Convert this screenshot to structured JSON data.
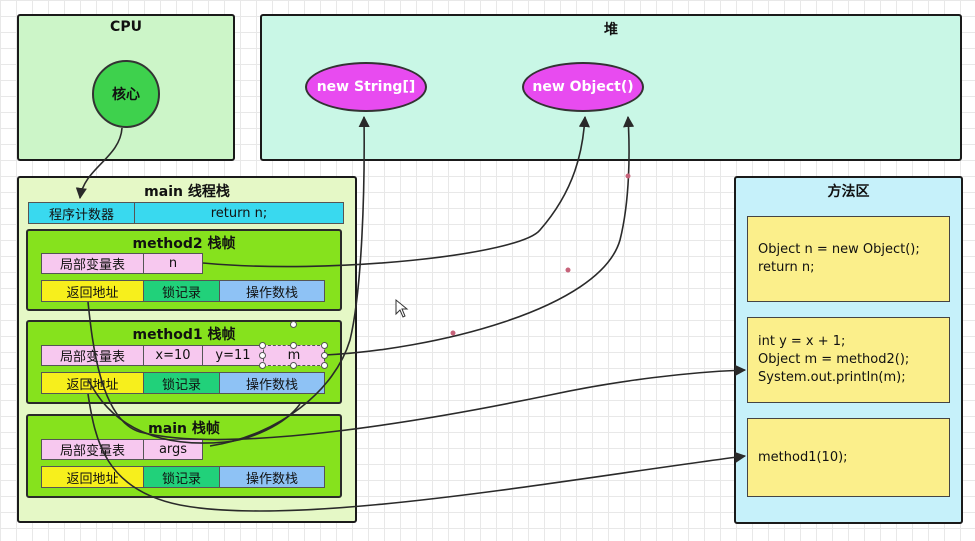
{
  "cpu": {
    "title": "CPU",
    "core_label": "核心"
  },
  "heap": {
    "title": "堆",
    "objects": [
      "new String[]",
      "new Object()"
    ]
  },
  "method_area": {
    "title": "方法区",
    "blocks": [
      {
        "lines": [
          "Object n = new Object();",
          "return n;"
        ]
      },
      {
        "lines": [
          "int y = x + 1;",
          "Object m = method2();",
          "System.out.println(m);"
        ]
      },
      {
        "lines": [
          "method1(10);"
        ]
      }
    ]
  },
  "stack": {
    "title": "main 线程栈",
    "pc_label": "程序计数器",
    "pc_value": "return n;",
    "frames": [
      {
        "title": "method2 栈帧",
        "locals_label": "局部变量表",
        "locals": [
          "n"
        ],
        "return_label": "返回地址",
        "lock_label": "锁记录",
        "operand_label": "操作数栈"
      },
      {
        "title": "method1 栈帧",
        "locals_label": "局部变量表",
        "locals": [
          "x=10",
          "y=11",
          "m"
        ],
        "return_label": "返回地址",
        "lock_label": "锁记录",
        "operand_label": "操作数栈"
      },
      {
        "title": "main 栈帧",
        "locals_label": "局部变量表",
        "locals": [
          "args"
        ],
        "return_label": "返回地址",
        "lock_label": "锁记录",
        "operand_label": "操作数栈"
      }
    ]
  },
  "colors": {
    "cpu_bg": "#ccf5c8",
    "heap_bg": "#c9f7e6",
    "method_area_bg": "#c6f1fa",
    "stack_bg": "#e5f8c6",
    "frame_bg": "#86e21d",
    "object_fill": "#e84bf0",
    "core_fill": "#3ed14d",
    "code_block_bg": "#fbef8b"
  }
}
